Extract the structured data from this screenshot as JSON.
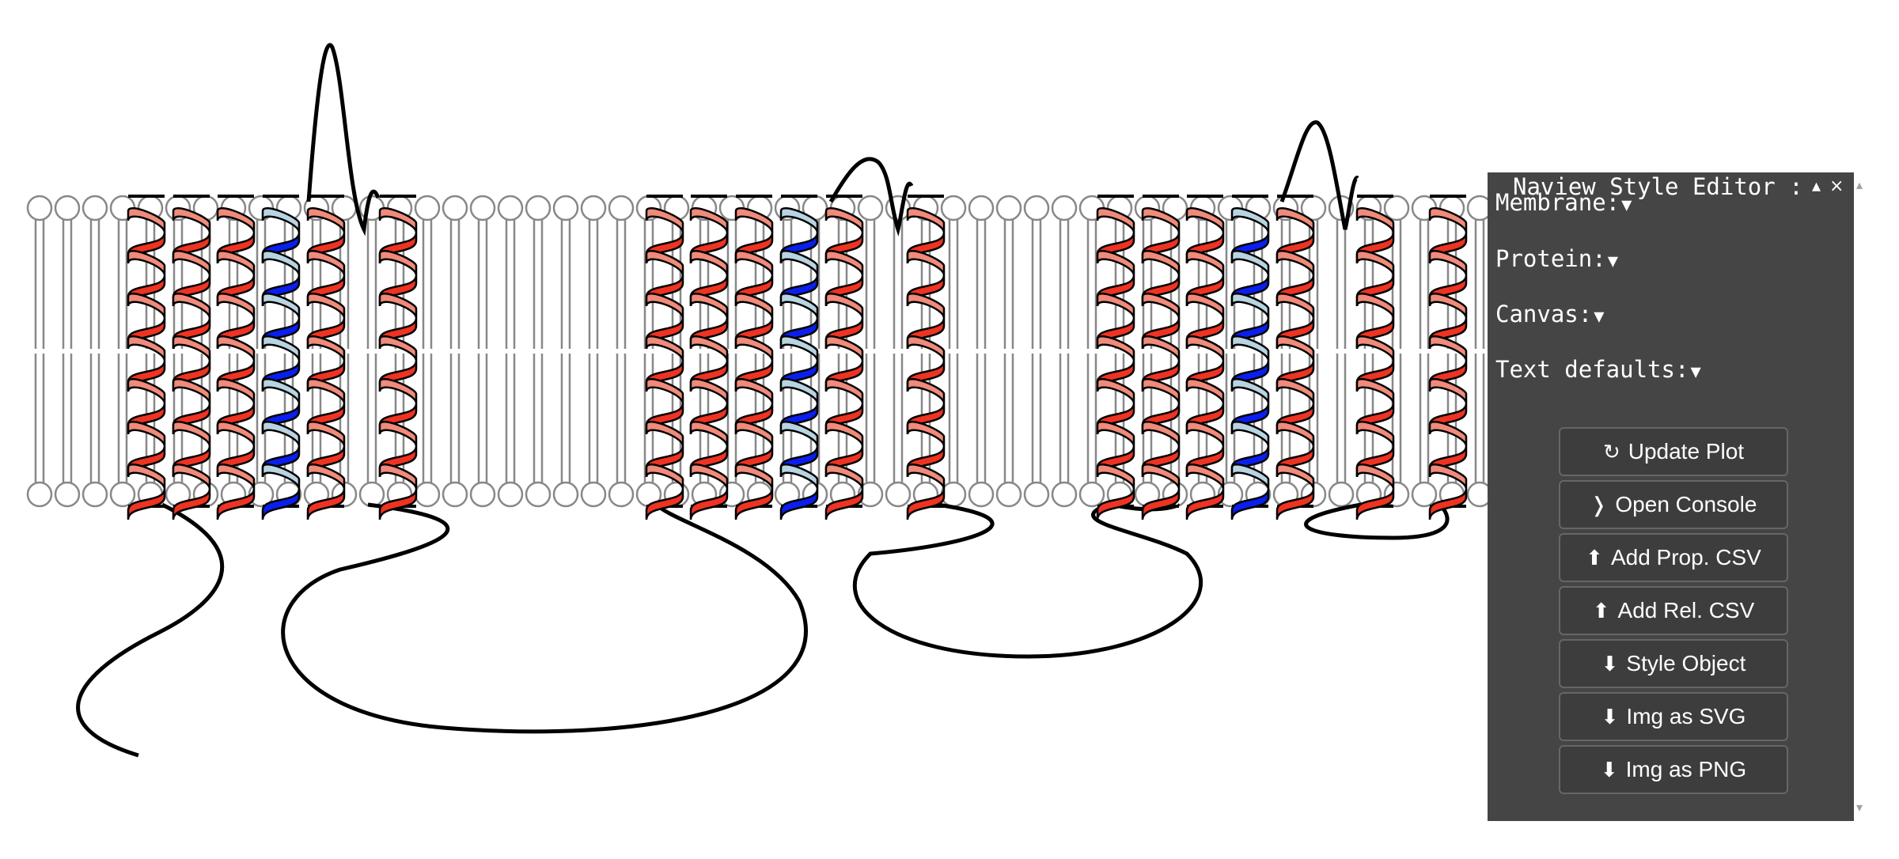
{
  "editor": {
    "title": "Naview Style Editor :",
    "collapse_icon": "▴",
    "close_icon": "×",
    "sections": [
      {
        "label": "Membrane:",
        "arrow": "▼"
      },
      {
        "label": "Protein:",
        "arrow": "▼"
      },
      {
        "label": "Canvas:",
        "arrow": "▼"
      },
      {
        "label": "Text defaults:",
        "arrow": "▼"
      }
    ],
    "buttons": [
      {
        "glyph": "↻",
        "label": "Update Plot"
      },
      {
        "glyph": "❭",
        "label": "Open Console"
      },
      {
        "glyph": "⬆",
        "label": "Add Prop. CSV"
      },
      {
        "glyph": "⬆",
        "label": "Add Rel. CSV"
      },
      {
        "glyph": "⬇",
        "label": "Style Object"
      },
      {
        "glyph": "⬇",
        "label": "Img as SVG"
      },
      {
        "glyph": "⬇",
        "label": "Img as PNG"
      }
    ]
  },
  "scrollbar": {
    "up": "▴",
    "down": "▾"
  },
  "colors": {
    "helix_red": "#ee3322",
    "helix_salmon": "#f08a7a",
    "helix_blue": "#0a1fee",
    "helix_lightblue": "#b8d4e2",
    "membrane_stroke": "#888888",
    "loop_stroke": "#000000",
    "panel_bg": "#454545"
  },
  "icons": {
    "update": "refresh-icon",
    "console": "chevron-right-icon",
    "upload": "upload-icon",
    "download": "download-icon"
  }
}
